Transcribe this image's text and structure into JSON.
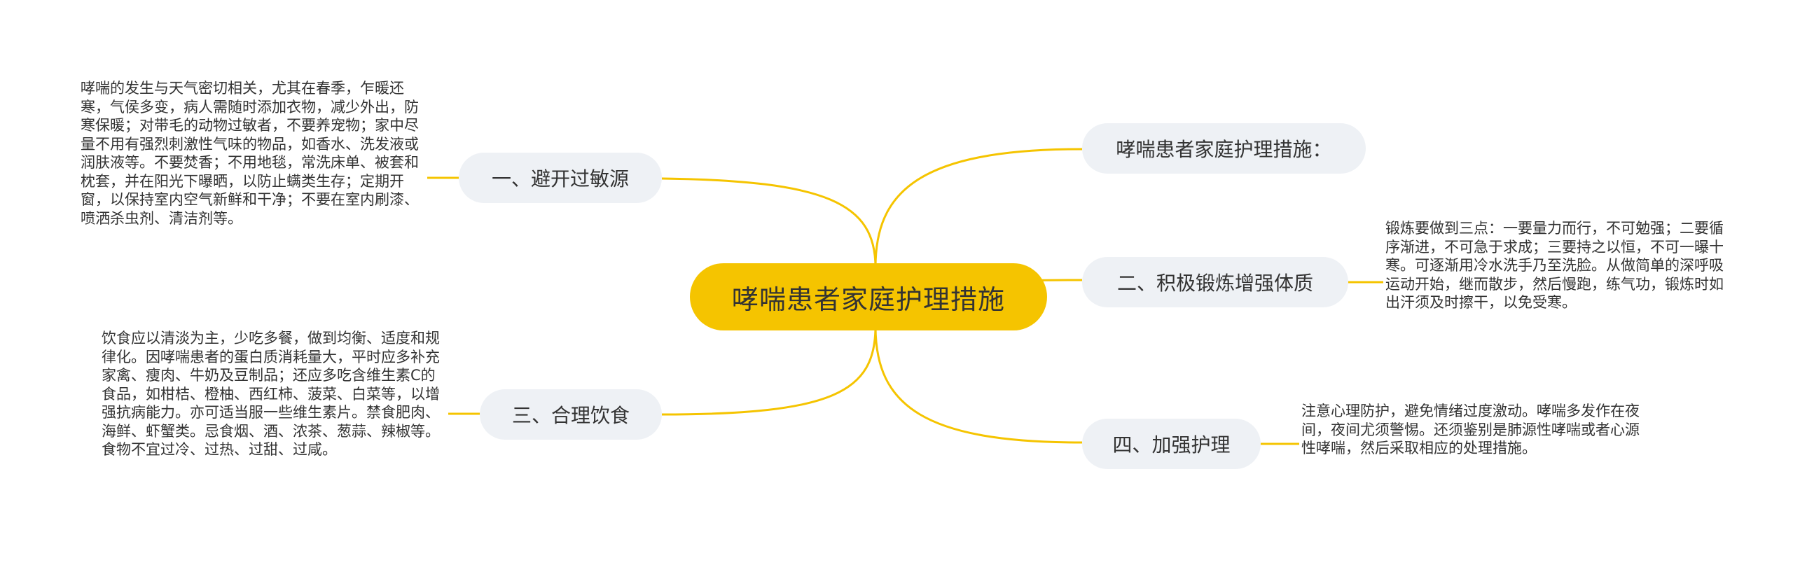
{
  "colors": {
    "accent": "#f5c400",
    "branch_bg": "#eef1f5",
    "text": "#333333"
  },
  "center": {
    "label": "哮喘患者家庭护理措施"
  },
  "branches": [
    {
      "id": "b1",
      "label": "哮喘患者家庭护理措施：",
      "note": ""
    },
    {
      "id": "b2",
      "label": "二、积极锻炼增强体质",
      "note": "锻炼要做到三点：一要量力而行，不可勉强；二要循序渐进，不可急于求成；三要持之以恒，不可一曝十寒。可逐渐用冷水洗手乃至洗脸。从做简单的深呼吸运动开始，继而散步，然后慢跑，练气功，锻炼时如出汗须及时擦干，以免受寒。"
    },
    {
      "id": "b3",
      "label": "四、加强护理",
      "note": "注意心理防护，避免情绪过度激动。哮喘多发作在夜间，夜间尤须警惕。还须鉴别是肺源性哮喘或者心源性哮喘，然后采取相应的处理措施。"
    },
    {
      "id": "b4",
      "label": "一、避开过敏源",
      "note": "哮喘的发生与天气密切相关，尤其在春季，乍暖还寒，气侯多变，病人需随时添加衣物，减少外出，防寒保暖；对带毛的动物过敏者，不要养宠物；家中尽量不用有强烈刺激性气味的物品，如香水、洗发液或润肤液等。不要焚香；不用地毯，常洗床单、被套和枕套，并在阳光下曝晒，以防止螨类生存；定期开窗，以保持室内空气新鲜和干净；不要在室内刷漆、喷洒杀虫剂、清洁剂等。"
    },
    {
      "id": "b5",
      "label": "三、合理饮食",
      "note": "饮食应以清淡为主，少吃多餐，做到均衡、适度和规律化。因哮喘患者的蛋白质消耗量大，平时应多补充家禽、瘦肉、牛奶及豆制品；还应多吃含维生素C的食品，如柑桔、橙柚、西红柿、菠菜、白菜等，以增强抗病能力。亦可适当服一些维生素片。禁食肥肉、海鲜、虾蟹类。忌食烟、酒、浓茶、葱蒜、辣椒等。食物不宜过冷、过热、过甜、过咸。"
    }
  ]
}
